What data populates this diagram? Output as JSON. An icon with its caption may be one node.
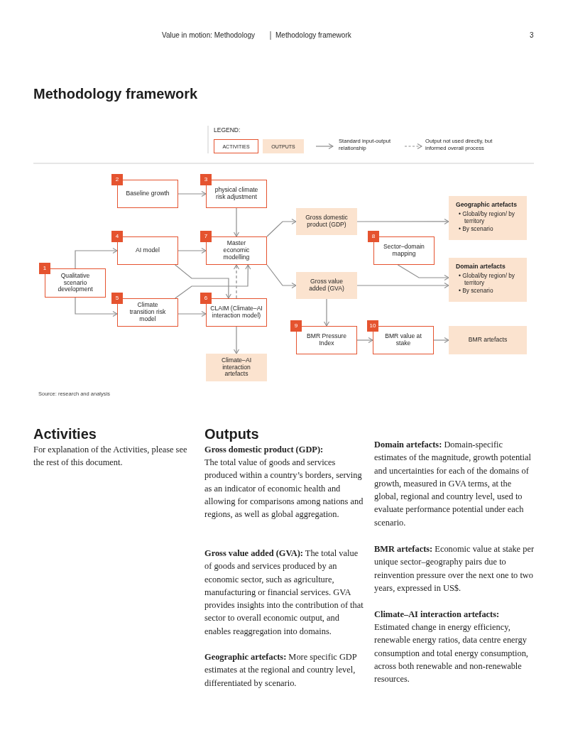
{
  "diagram": {
    "title": "Methodology framework",
    "nodes": [
      {
        "text": [
          "Qualitative scenario development"
        ],
        "beside": [
          "1"
        ]
      },
      {
        "text": [
          "Baseline growth"
        ],
        "beside": [
          "2"
        ]
      },
      {
        "text": [
          "physical climate risk adjustment"
        ],
        "beside": [
          "3"
        ]
      },
      {
        "text": [
          "AI model"
        ],
        "beside": [
          "4"
        ]
      },
      {
        "text": [
          "Climate transition risk model"
        ],
        "beside": [
          "5"
        ]
      },
      {
        "text": [
          "CLAIM (Climate–AI interaction model)"
        ],
        "beside": [
          "6"
        ]
      },
      {
        "text": [
          "Master economic modelling"
        ],
        "beside": [
          "7"
        ]
      },
      {
        "text": [
          "Sector–domain mapping"
        ],
        "beside": [
          "8"
        ]
      },
      {
        "text": [
          "BMR Pressure Index"
        ],
        "beside": [
          "9"
        ]
      },
      {
        "text": [
          "BMR value at stake"
        ],
        "beside": [
          "10"
        ]
      },
      {
        "text": [
          "Gross domestic product (GDP)"
        ]
      },
      {
        "text": [
          "Gross value added (GVA)"
        ]
      },
      {
        "text": [
          "Geographic artefacts",
          "• Global/by region/ by territory",
          "• By scenario"
        ]
      },
      {
        "text": [
          "Domain artefacts",
          "• Global/by region/ by territory",
          "• By scenario"
        ]
      },
      {
        "text": [
          "BMR artefacts"
        ]
      },
      {
        "text": [
          "Climate–AI interaction artefacts"
        ]
      }
    ],
    "edges": [
      {
        "from": 0,
        "to": 3,
        "arrow": "to"
      },
      {
        "from": 0,
        "to": 4,
        "arrow": "to"
      },
      {
        "from": 1,
        "to": 2,
        "arrow": "to"
      },
      {
        "from": 2,
        "to": 6,
        "arrow": "to"
      },
      {
        "from": 3,
        "to": 6,
        "arrow": "to"
      },
      {
        "from": 3,
        "to": 5,
        "arrow": "to"
      },
      {
        "from": 4,
        "to": 6,
        "arrow": "to"
      },
      {
        "from": 4,
        "to": 5,
        "arrow": "to"
      },
      {
        "from": 5,
        "to": 6,
        "arrow": "to",
        "style": "dashed"
      },
      {
        "from": 5,
        "to": 15,
        "arrow": "to"
      },
      {
        "from": 6,
        "to": 10,
        "arrow": "to"
      },
      {
        "from": 6,
        "to": 11,
        "arrow": "to"
      },
      {
        "from": 10,
        "to": 12,
        "arrow": "to"
      },
      {
        "from": 7,
        "to": 13,
        "arrow": "to"
      },
      {
        "from": 11,
        "to": 13,
        "arrow": "to"
      },
      {
        "from": 11,
        "to": 8,
        "arrow": "to"
      },
      {
        "from": 8,
        "to": 9,
        "arrow": "to"
      },
      {
        "from": 9,
        "to": 14,
        "arrow": "to"
      }
    ],
    "labels": [
      "Value in motion: Methodology",
      "Methodology framework",
      "3",
      "LEGEND:",
      "Source: research and analysis",
      "Activities",
      "For explanation of the Activities, please see the rest of this document.",
      "Outputs",
      "Gross domestic product (GDP):",
      "The total value of goods and services produced within a country’s borders, serving as an indicator of economic health and allowing for comparisons among nations and regions, as well as global aggregation.",
      "**Gross value added (GVA):** The total value of goods and services produced by an economic sector, such as agriculture, manufacturing or financial services. GVA provides insights into the contribution of that sector to overall economic output, and enables reaggregation into domains.",
      "**Geographic artefacts:** More specific GDP estimates at the regional and country level, differentiated by scenario.",
      "**Domain artefacts:** Domain-specific estimates of the magnitude, growth potential and uncertainties for each of the domains of growth, measured in GVA terms, at the global, regional and country level, used to evaluate performance potential under each scenario.",
      "**BMR artefacts:** Economic value at stake per unique sector–geography pairs due to reinvention pressure over the next one to two years, expressed in US$.",
      "Climate–AI interaction artefacts:",
      "Estimated change in energy efficiency, renewable energy ratios, data centre energy consumption and total energy consumption, across both renewable and non-renewable resources."
    ],
    "legend": [
      {
        "text": "ACTIVITIES"
      },
      {
        "text": "OUTPUTS",
        "color": "#fbe3cf"
      },
      {
        "text": "Standard input-output relationship"
      },
      {
        "text": "Output not used directly, but informed overall process"
      }
    ]
  }
}
